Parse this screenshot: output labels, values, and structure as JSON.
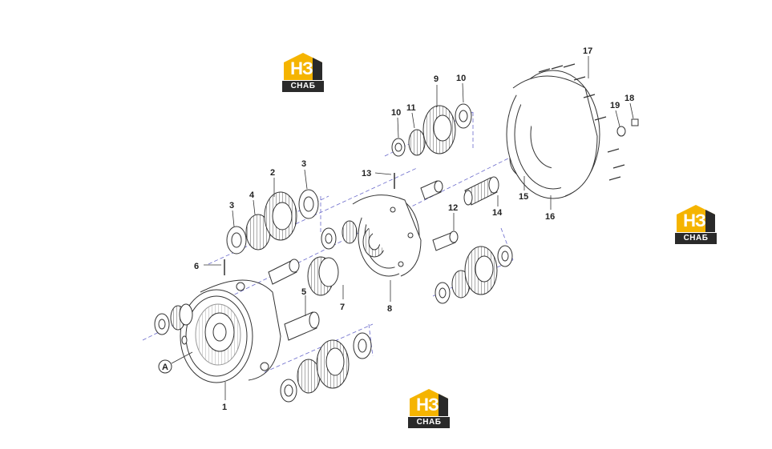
{
  "brand": {
    "logo_main": "НЗ",
    "logo_sub": "СНАБ",
    "colors": {
      "yellow": "#f5b400",
      "dark": "#2a2a2a"
    }
  },
  "callouts": {
    "c1": "1",
    "c2": "2",
    "c3a": "3",
    "c3b": "3",
    "c4": "4",
    "c5": "5",
    "c6": "6",
    "c7": "7",
    "c8": "8",
    "c9": "9",
    "c10a": "10",
    "c10b": "10",
    "c11": "11",
    "c12": "12",
    "c13": "13",
    "c14": "14",
    "c15": "15",
    "c16": "16",
    "c17": "17",
    "c18": "18",
    "c19": "19",
    "view_a": "A"
  }
}
